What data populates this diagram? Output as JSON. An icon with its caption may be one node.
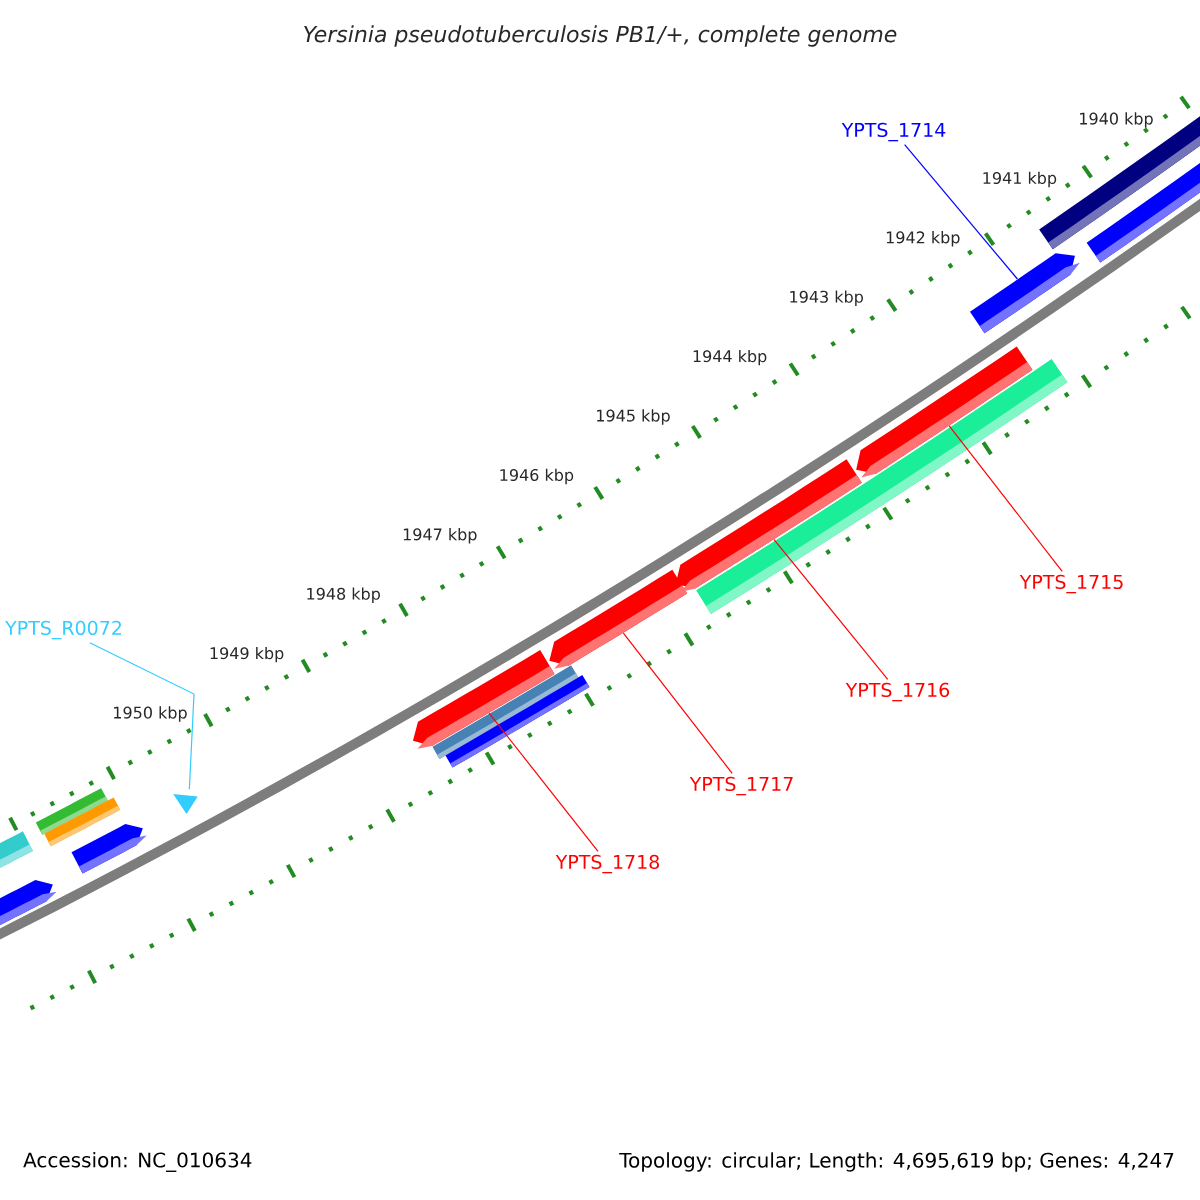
{
  "diagram": {
    "title": "Yersinia pseudotuberculosis PB1/+, complete genome",
    "nodes": [
      {
        "text": [
          "YPTS_1714"
        ]
      },
      {
        "text": [
          "YPTS_1715"
        ]
      },
      {
        "text": [
          "YPTS_R0072"
        ]
      },
      {
        "text": [
          "YPTS_1716"
        ]
      },
      {
        "text": [
          "YPTS_1717"
        ]
      },
      {
        "text": [
          "YPTS_1718"
        ]
      },
      {
        "text": [],
        "shape": "bar"
      },
      {
        "text": [],
        "shape": "arrow"
      },
      {
        "text": [],
        "shape": "bar"
      },
      {
        "text": [],
        "shape": "bar"
      },
      {
        "text": [],
        "shape": "arrow"
      },
      {
        "text": [],
        "shape": "triangle"
      },
      {
        "text": [],
        "shape": "arrow"
      },
      {
        "text": [],
        "shape": "bar"
      },
      {
        "text": [],
        "shape": "bar"
      },
      {
        "text": [],
        "shape": "arrow"
      },
      {
        "text": [],
        "shape": "arrow"
      },
      {
        "text": [],
        "shape": "bar"
      },
      {
        "text": [],
        "shape": "arrow"
      },
      {
        "text": [],
        "shape": "arrow"
      },
      {
        "text": [],
        "shape": "bar"
      },
      {
        "text": [],
        "shape": "bar"
      }
    ],
    "edges": [
      {
        "from": 0,
        "to": 19,
        "arrow": "none",
        "color": "#0000ff"
      },
      {
        "from": 1,
        "to": 18,
        "arrow": "none"
      },
      {
        "from": 2,
        "to": 11,
        "arrow": "none",
        "color": "#33ccff"
      },
      {
        "from": 3,
        "to": 16,
        "arrow": "none"
      },
      {
        "from": 4,
        "to": 15,
        "arrow": "none"
      },
      {
        "from": 5,
        "to": 12,
        "arrow": "none"
      }
    ],
    "labels": [
      "1940 kbp",
      "1941 kbp",
      "1942 kbp",
      "1943 kbp",
      "1944 kbp",
      "1945 kbp",
      "1946 kbp",
      "1947 kbp",
      "1948 kbp",
      "1949 kbp",
      "1950 kbp",
      "Accession: NC_010634",
      "Topology: circular; Length: 4,695,619 bp; Genes: 4,247"
    ]
  }
}
